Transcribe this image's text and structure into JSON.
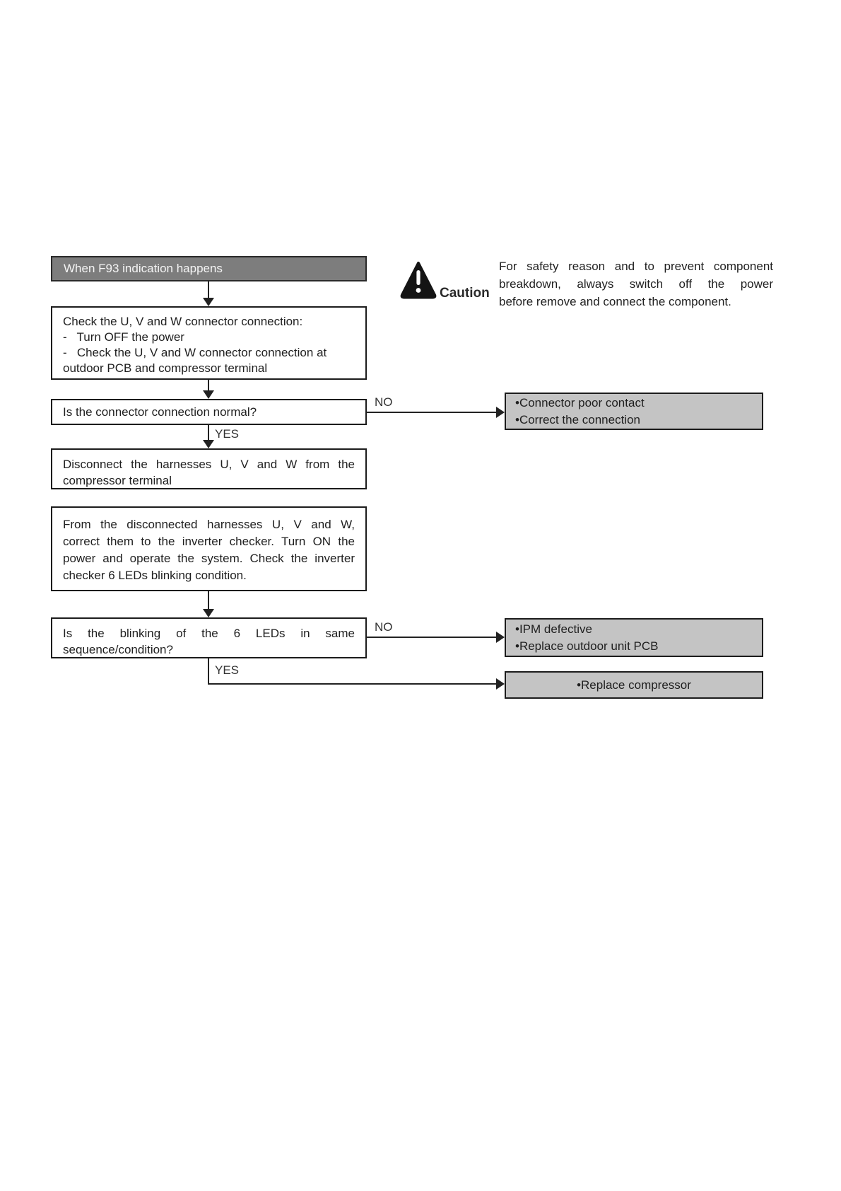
{
  "page": {
    "bg": "#ffffff"
  },
  "colors": {
    "header_fill": "#7d7d7d",
    "header_text": "#f5f5f5",
    "result_fill": "#c4c4c4",
    "line": "#222222",
    "text": "#1f1f1f"
  },
  "flow": {
    "header": {
      "label": "When F93 indication happens"
    },
    "caution": {
      "label": "Caution",
      "icon": "warning-triangle",
      "lines": [
        "For safety reason and to prevent component",
        "breakdown, always switch off the power",
        "before remove and connect the component."
      ]
    },
    "boxes": {
      "check_connector": {
        "lines": [
          "Check the U, V and W connector connection:",
          "-   Turn OFF the power",
          "-   Check the U, V and W connector connection at",
          "outdoor PCB and compressor terminal"
        ]
      },
      "question_connector": {
        "label": "Is the connector connection normal?"
      },
      "disconnect": {
        "lines": [
          "Disconnect the harnesses U, V and W from the",
          "compressor terminal"
        ]
      },
      "inverter_checker": {
        "lines": [
          "From the disconnected harnesses U, V and W,",
          "correct them to the inverter checker. Turn ON the",
          "power and operate the system. Check the inverter",
          "checker 6 LEDs blinking condition."
        ]
      },
      "question_leds": {
        "lines": [
          "Is the blinking of the 6 LEDs in same",
          "sequence/condition?"
        ]
      }
    },
    "results": {
      "poor_contact": {
        "lines": [
          "•Connector poor contact",
          "•Correct the connection"
        ]
      },
      "ipm_defective": {
        "lines": [
          "•IPM defective",
          "•Replace outdoor unit PCB"
        ]
      },
      "replace_compressor": {
        "label": "•Replace compressor"
      }
    },
    "labels": {
      "yes": "YES",
      "no": "NO"
    }
  }
}
